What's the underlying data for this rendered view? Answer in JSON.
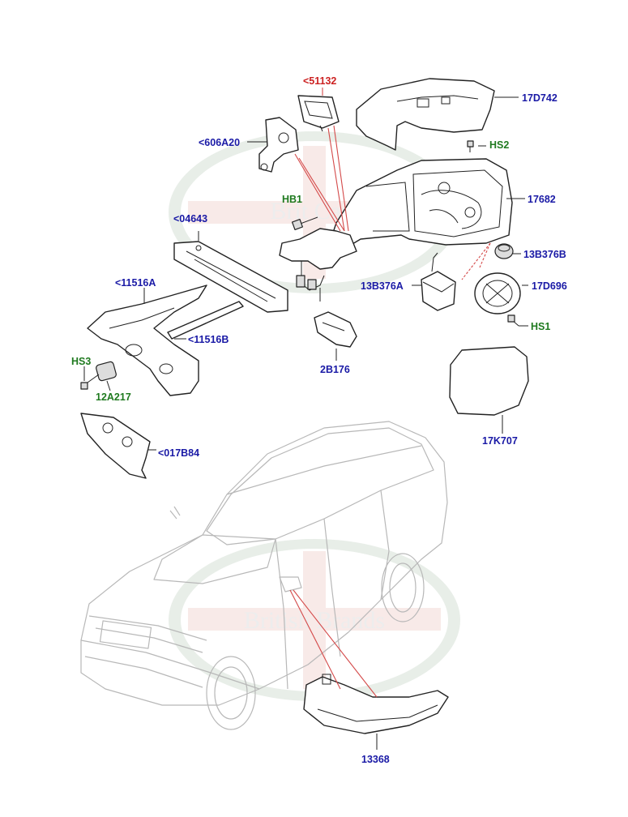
{
  "watermark": {
    "text_top": "Brit Cars",
    "text_bottom": "British Brands"
  },
  "colors": {
    "part_number_blue": "#1a1aa6",
    "hardware_green": "#1f7a1f",
    "highlight_red": "#cc2222",
    "car_outline_grey": "#b8b8b8"
  },
  "callouts": [
    {
      "id": "51132",
      "text": "<51132",
      "color": "red"
    },
    {
      "id": "17D742",
      "text": "17D742",
      "color": "blue"
    },
    {
      "id": "606A20",
      "text": "<606A20",
      "color": "blue"
    },
    {
      "id": "HS2",
      "text": "HS2",
      "color": "green"
    },
    {
      "id": "HB1",
      "text": "HB1",
      "color": "green"
    },
    {
      "id": "17682",
      "text": "17682",
      "color": "blue"
    },
    {
      "id": "04643",
      "text": "<04643",
      "color": "blue"
    },
    {
      "id": "13B376B",
      "text": "13B376B",
      "color": "blue"
    },
    {
      "id": "11516A",
      "text": "<11516A",
      "color": "blue"
    },
    {
      "id": "13B376A",
      "text": "13B376A",
      "color": "blue"
    },
    {
      "id": "17D696",
      "text": "17D696",
      "color": "blue"
    },
    {
      "id": "HS1",
      "text": "HS1",
      "color": "green"
    },
    {
      "id": "11516B",
      "text": "<11516B",
      "color": "blue"
    },
    {
      "id": "HS3",
      "text": "HS3",
      "color": "green"
    },
    {
      "id": "2B176",
      "text": "2B176",
      "color": "blue"
    },
    {
      "id": "12A217",
      "text": "12A217",
      "color": "green"
    },
    {
      "id": "17K707",
      "text": "17K707",
      "color": "blue"
    },
    {
      "id": "017B84",
      "text": "<017B84",
      "color": "blue"
    },
    {
      "id": "13368",
      "text": "13368",
      "color": "blue"
    }
  ]
}
